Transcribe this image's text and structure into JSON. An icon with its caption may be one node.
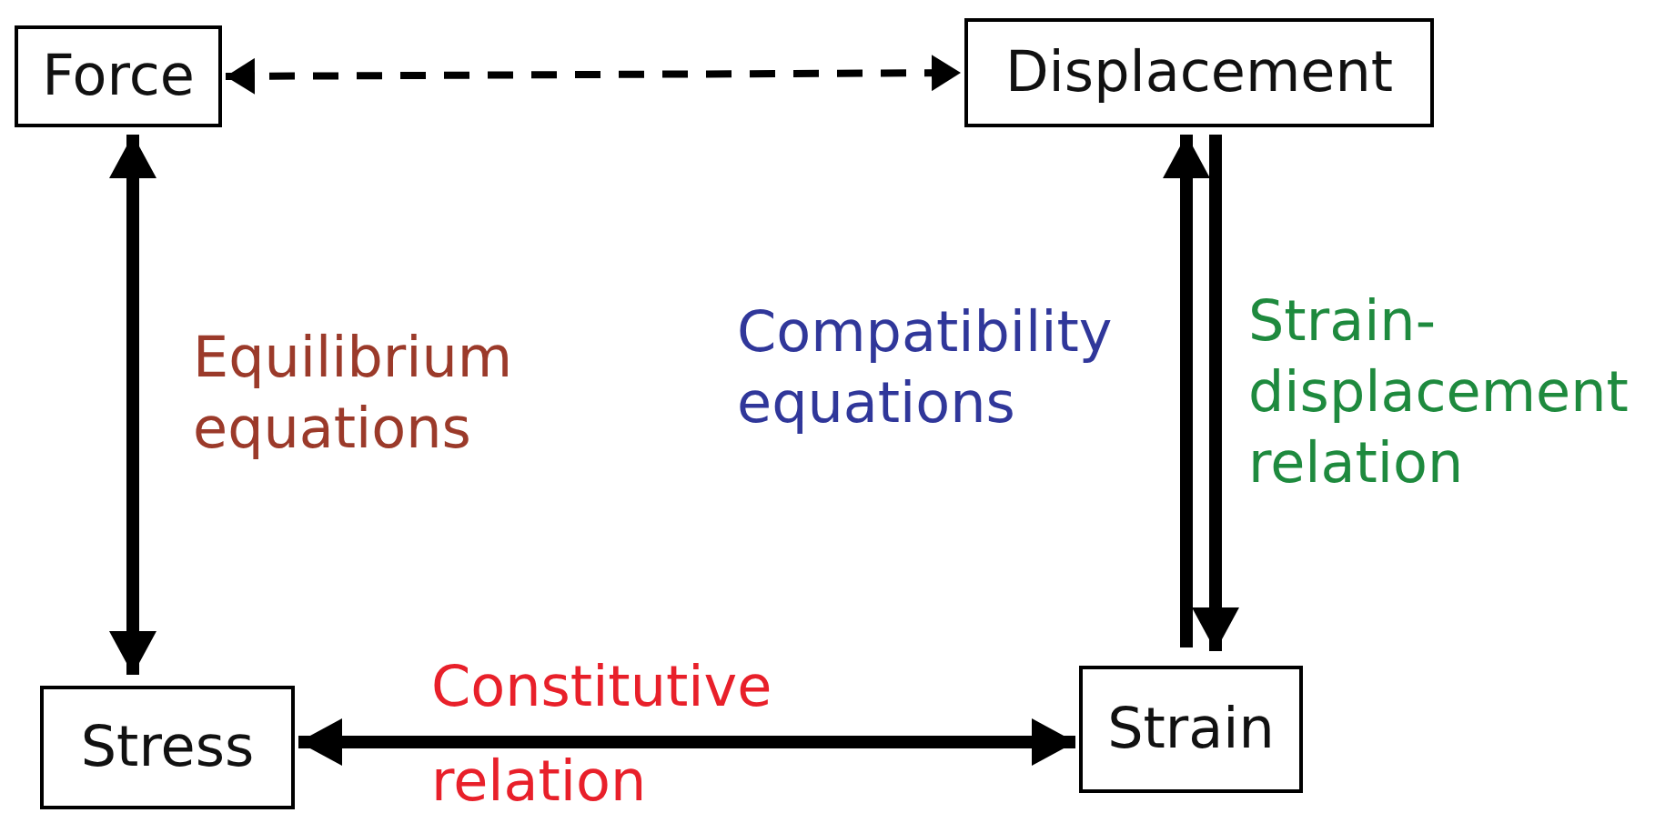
{
  "diagram": {
    "nodes": [
      {
        "text": [
          "Force"
        ]
      },
      {
        "text": [
          "Displacement"
        ]
      },
      {
        "text": [
          "Stress"
        ]
      },
      {
        "text": [
          "Strain"
        ]
      }
    ],
    "edges": [
      {
        "from": 0,
        "to": 1,
        "arrow": "both",
        "style": "dashed"
      },
      {
        "from": 0,
        "to": 2,
        "arrow": "both",
        "label": "Equilibrium equations"
      },
      {
        "from": 2,
        "to": 3,
        "arrow": "both",
        "label": "Constitutive relation"
      },
      {
        "from": 3,
        "to": 1,
        "arrow": "to",
        "label": "Compatibility equations"
      },
      {
        "from": 1,
        "to": 3,
        "arrow": "to",
        "label": "Strain-displacement relation"
      }
    ]
  }
}
